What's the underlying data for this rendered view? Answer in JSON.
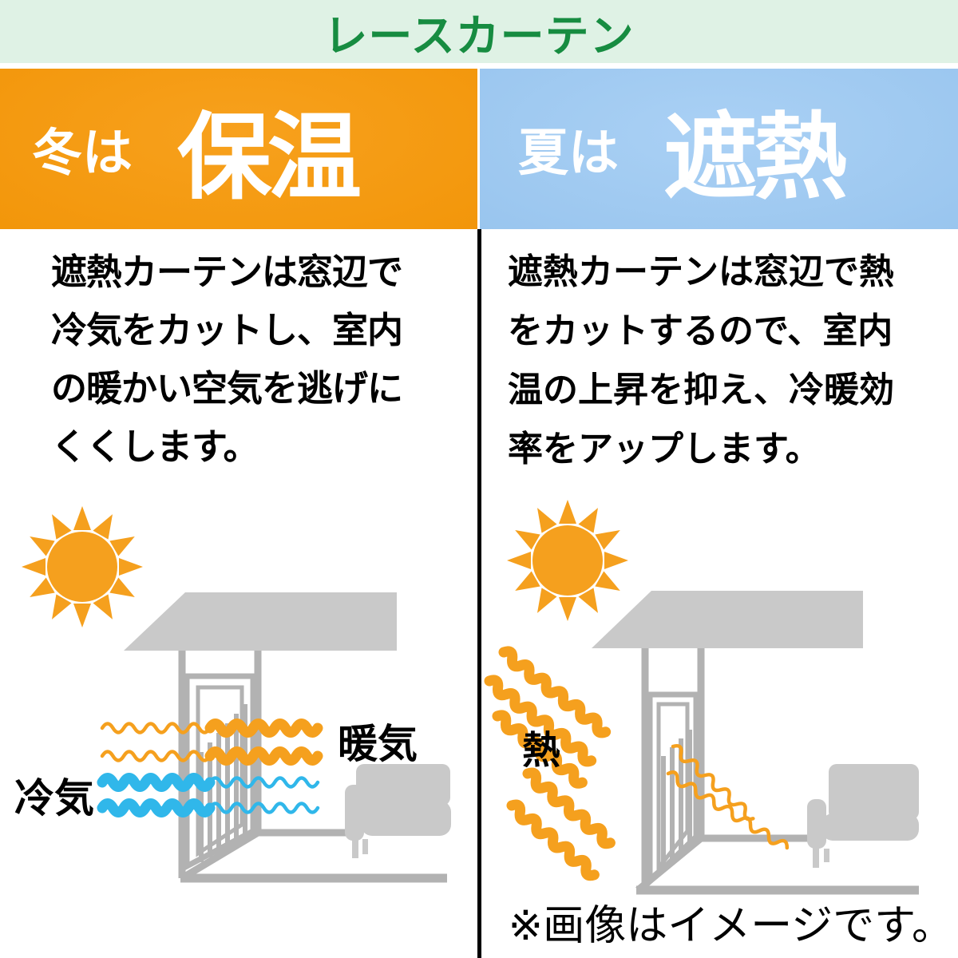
{
  "theme": {
    "title_bg": "#DFF2E5",
    "title_green": "#178C41",
    "header_orange": "#F7990A",
    "header_blue": "#9CC9F3",
    "sun_orange": "#F5A01E",
    "wave_blue": "#30B7EA",
    "room_gray": "#C9C9C9",
    "line_gray": "#B2B2B2",
    "divider": "#000000",
    "text": "#000000"
  },
  "title_bar": {
    "label": "レースカーテン"
  },
  "panels": {
    "winter": {
      "header": {
        "prefix": "冬は",
        "keyword": "保温"
      },
      "description": {
        "lines": [
          "遮熱カーテンは窓辺で",
          "冷気をカットし、室内",
          "の暖かい空気を逃げに",
          "くくします。"
        ]
      },
      "illustration": {
        "labels": {
          "warm_air": "暖気",
          "cold_air": "冷気"
        }
      }
    },
    "summer": {
      "header": {
        "prefix": "夏は",
        "keyword": "遮熱"
      },
      "description": {
        "lines": [
          "遮熱カーテンは窓辺で熱",
          "をカットするので、室内",
          "温の上昇を抑え、冷暖効",
          "率をアップします。"
        ]
      },
      "illustration": {
        "labels": {
          "heat": "熱"
        }
      }
    }
  },
  "footer": {
    "note": "※画像はイメージです。"
  }
}
